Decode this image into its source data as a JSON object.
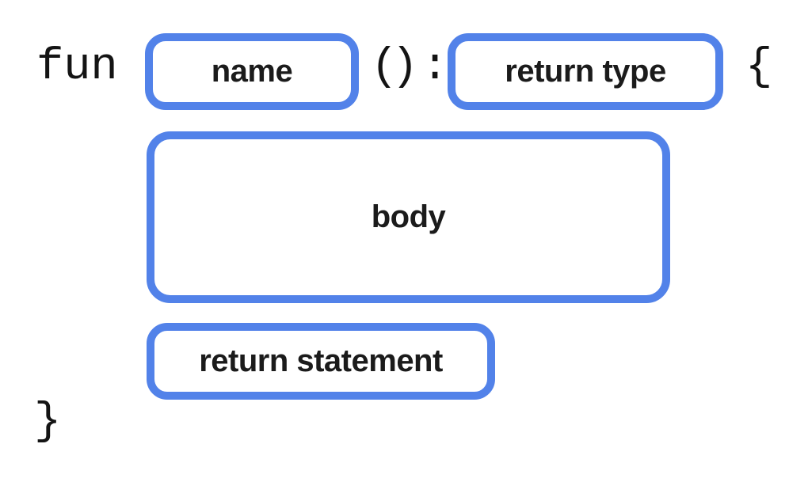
{
  "diagram": {
    "code": {
      "fun_keyword": "fun",
      "paren_open": "(",
      "paren_close": ")",
      "colon": ":",
      "brace_open": "{",
      "brace_close": "}"
    },
    "slots": {
      "name": "name",
      "return_type": "return type",
      "body": "body",
      "return_statement": "return statement"
    },
    "colors": {
      "box_border": "#5282E9",
      "code_text": "#141414",
      "label_text": "#1B1B1B",
      "background": "#FFFFFF"
    }
  }
}
